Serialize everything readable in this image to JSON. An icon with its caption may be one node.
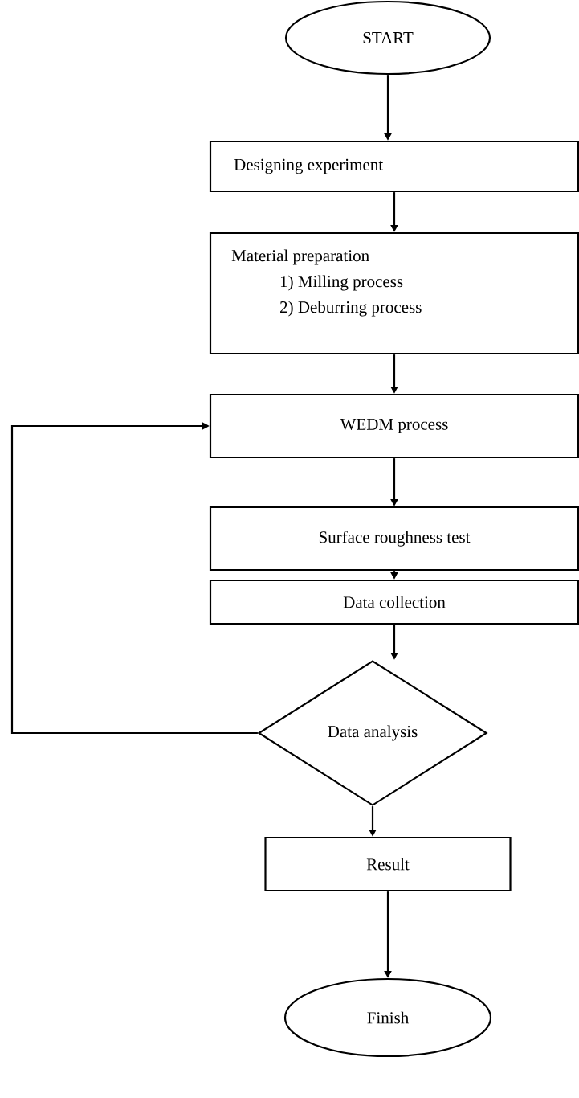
{
  "diagram": {
    "nodes": [
      {
        "text": [
          "START"
        ]
      },
      {
        "text": [
          "Designing experiment"
        ]
      },
      {
        "text": [
          "Material preparation",
          "1) Milling process",
          "2) Deburring process"
        ]
      },
      {
        "text": [
          "WEDM process"
        ]
      },
      {
        "text": [
          "Surface roughness test"
        ]
      },
      {
        "text": [
          "Data collection"
        ]
      },
      {
        "text": [
          "Data analysis"
        ]
      },
      {
        "text": [
          "Result"
        ]
      },
      {
        "text": [
          "Finish"
        ]
      }
    ],
    "edges": [
      {
        "from": 0,
        "to": 1,
        "arrow": "to"
      },
      {
        "from": 1,
        "to": 2,
        "arrow": "to"
      },
      {
        "from": 2,
        "to": 3,
        "arrow": "to"
      },
      {
        "from": 3,
        "to": 4,
        "arrow": "to"
      },
      {
        "from": 4,
        "to": 5,
        "arrow": "to"
      },
      {
        "from": 5,
        "to": 6,
        "arrow": "to"
      },
      {
        "from": 6,
        "to": 3,
        "arrow": "to"
      },
      {
        "from": 6,
        "to": 7,
        "arrow": "to"
      },
      {
        "from": 7,
        "to": 8,
        "arrow": "to"
      }
    ]
  }
}
